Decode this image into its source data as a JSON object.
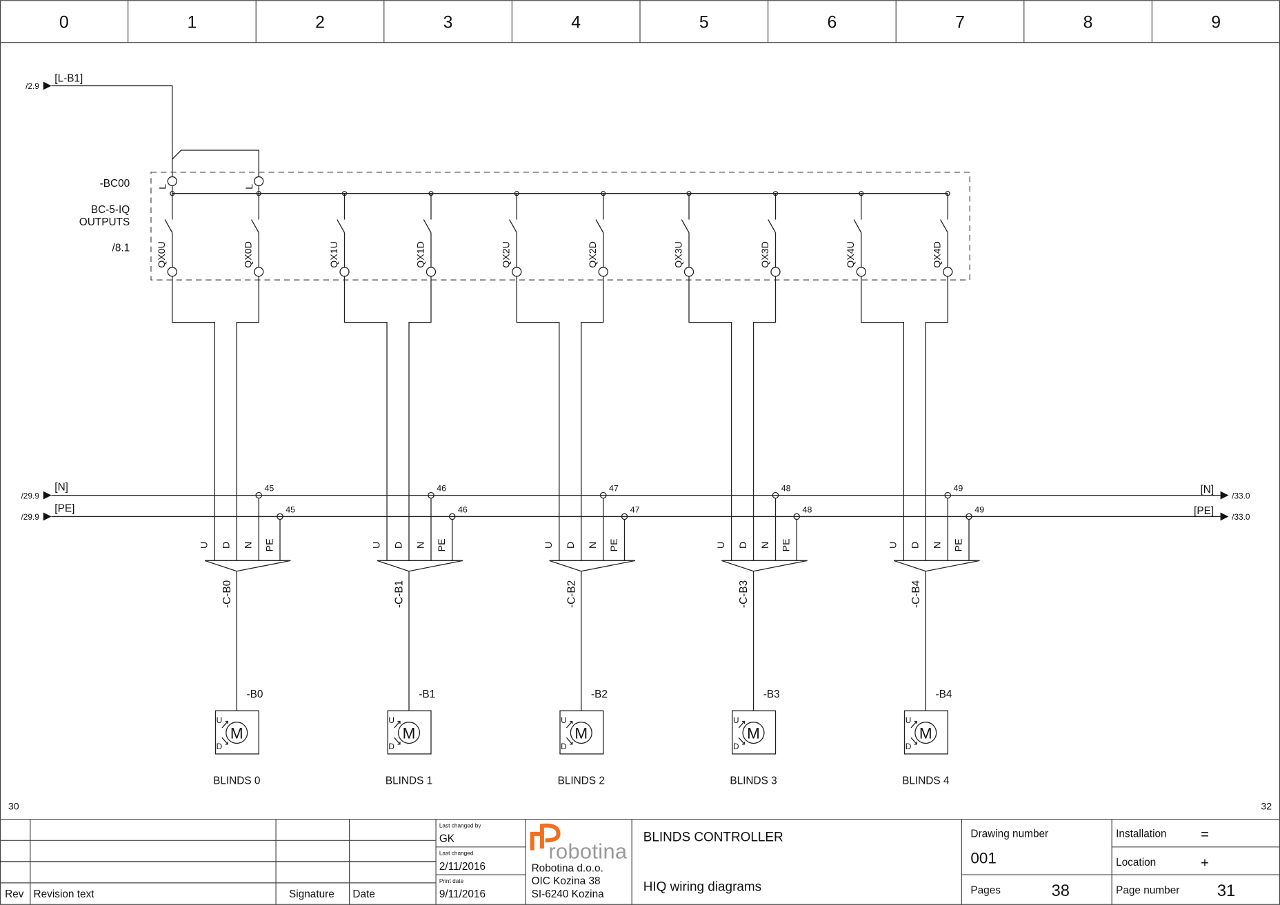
{
  "header": {
    "columns": [
      "0",
      "1",
      "2",
      "3",
      "4",
      "5",
      "6",
      "7",
      "8",
      "9"
    ]
  },
  "source": {
    "ref": "/2.9",
    "label": "[L-B1]"
  },
  "controller": {
    "id": "-BC00",
    "model": "BC-5-IQ",
    "subtitle": "OUTPUTS",
    "ref": "/8.1",
    "supply_label": "L",
    "outputs": [
      "QX0U",
      "QX0D",
      "QX1U",
      "QX1D",
      "QX2U",
      "QX2D",
      "QX3U",
      "QX3D",
      "QX4U",
      "QX4D"
    ]
  },
  "buses": {
    "n": {
      "label": "[N]",
      "ref_in": "/29.9",
      "ref_out": "/33.0"
    },
    "pe": {
      "label": "[PE]",
      "ref_in": "/29.9",
      "ref_out": "/33.0"
    }
  },
  "cable_cores": [
    "U",
    "D",
    "N",
    "PE"
  ],
  "motor_symbol": {
    "letter": "M",
    "up": "U",
    "down": "D"
  },
  "groups": [
    {
      "terminal": "45",
      "cable": "-C-B0",
      "motor": "-B0",
      "name": "BLINDS 0"
    },
    {
      "terminal": "46",
      "cable": "-C-B1",
      "motor": "-B1",
      "name": "BLINDS 1"
    },
    {
      "terminal": "47",
      "cable": "-C-B2",
      "motor": "-B2",
      "name": "BLINDS 2"
    },
    {
      "terminal": "48",
      "cable": "-C-B3",
      "motor": "-B3",
      "name": "BLINDS 3"
    },
    {
      "terminal": "49",
      "cable": "-C-B4",
      "motor": "-B4",
      "name": "BLINDS 4"
    }
  ],
  "page_refs": {
    "prev": "30",
    "next": "32"
  },
  "title_block": {
    "rev": "Rev",
    "revision_text": "Revision text",
    "signature": "Signature",
    "date": "Date",
    "last_changed_by_label": "Last changed by",
    "last_changed_by": "GK",
    "last_changed_label": "Last changed",
    "last_changed": "2/11/2016",
    "print_date_label": "Print date",
    "print_date": "9/11/2016",
    "logo_text": "robotina",
    "company": [
      "Robotina d.o.o.",
      "OIC Kozina 38",
      "SI-6240 Kozina"
    ],
    "title": "BLINDS CONTROLLER",
    "subtitle": "HIQ wiring diagrams",
    "drawing_number_label": "Drawing number",
    "drawing_number": "001",
    "pages_label": "Pages",
    "pages": "38",
    "installation_label": "Installation",
    "installation": "=",
    "location_label": "Location",
    "location": "+",
    "page_number_label": "Page number",
    "page_number": "31",
    "logo_color": "#f07020"
  }
}
